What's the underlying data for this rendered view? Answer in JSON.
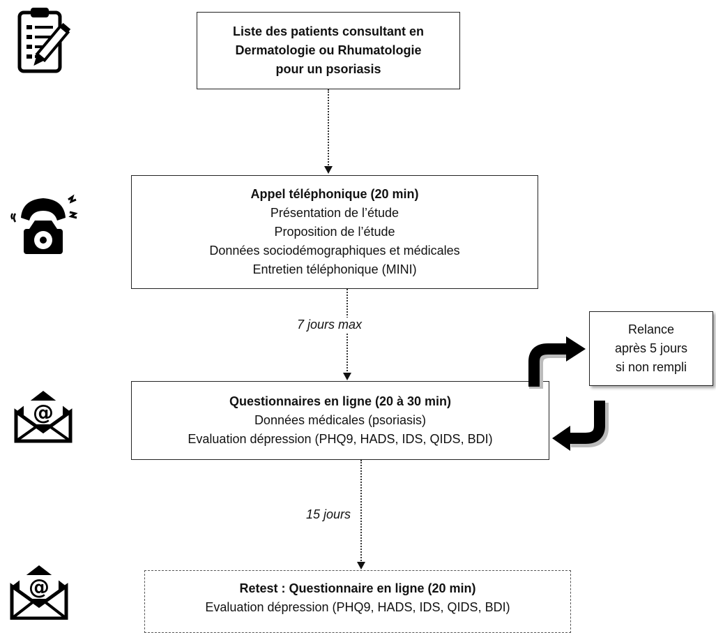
{
  "box1": {
    "lines": [
      "Liste des patients consultant en",
      "Dermatologie ou Rhumatologie",
      "pour un psoriasis"
    ]
  },
  "box2": {
    "title": "Appel téléphonique (20 min)",
    "lines": [
      "Présentation de l’étude",
      "Proposition de l’étude",
      "Données sociodémographiques et médicales",
      "Entretien téléphonique (MINI)"
    ]
  },
  "label_7j": "7 jours max",
  "box3": {
    "title": "Questionnaires en ligne (20 à 30 min)",
    "lines": [
      "Données médicales (psoriasis)",
      "Evaluation dépression (PHQ9, HADS, IDS, QIDS, BDI)"
    ]
  },
  "relance": {
    "lines": [
      "Relance",
      "après 5 jours",
      "si non rempli"
    ]
  },
  "label_15j": "15 jours",
  "box4": {
    "title": "Retest : Questionnaire en ligne (20 min)",
    "lines": [
      "Evaluation dépression (PHQ9, HADS, IDS, QIDS, BDI)"
    ]
  },
  "icons": {
    "step1": "clipboard-pencil-icon",
    "step2": "telephone-icon",
    "step3": "email-at-icon",
    "step4": "email-at-icon"
  }
}
